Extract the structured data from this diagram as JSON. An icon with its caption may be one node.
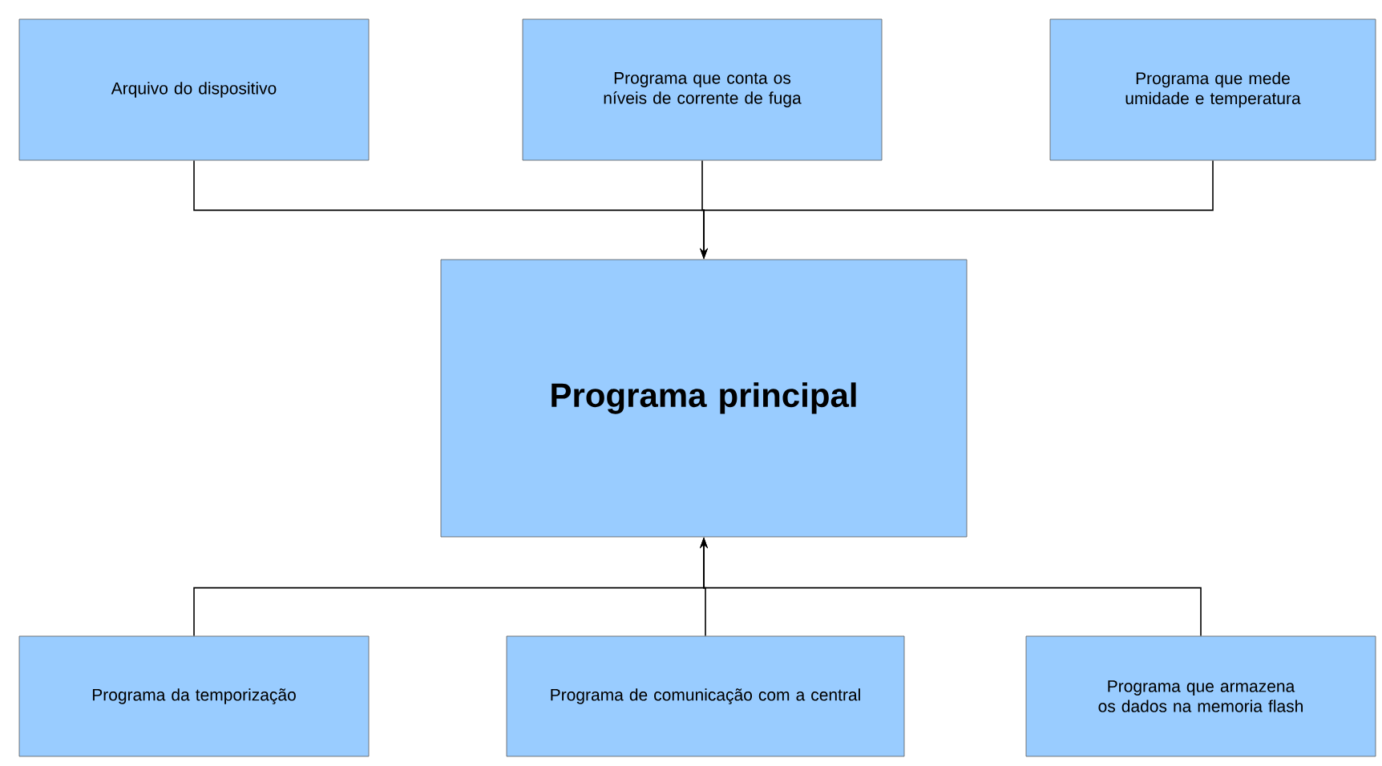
{
  "diagram": {
    "nodes": [
      {
        "text": [
          "Arquivo do dispositivo"
        ]
      },
      {
        "text": [
          "Programa que conta os níveis de corrente de fuga"
        ]
      },
      {
        "text": [
          "Programa que mede umidade e temperatura"
        ]
      },
      {
        "text": [
          "Programa principal"
        ]
      },
      {
        "text": [
          "Programa da temporização"
        ]
      },
      {
        "text": [
          "Programa de comunicação com a central"
        ]
      },
      {
        "text": [
          "Programa que armazena os dados na memoria flash"
        ]
      }
    ],
    "edges": [
      {
        "from": 0,
        "to": 3,
        "arrow": "to"
      },
      {
        "from": 1,
        "to": 3,
        "arrow": "to"
      },
      {
        "from": 2,
        "to": 3,
        "arrow": "to"
      },
      {
        "from": 4,
        "to": 3,
        "arrow": "to"
      },
      {
        "from": 5,
        "to": 3,
        "arrow": "to"
      },
      {
        "from": 6,
        "to": 3,
        "arrow": "to"
      }
    ]
  }
}
